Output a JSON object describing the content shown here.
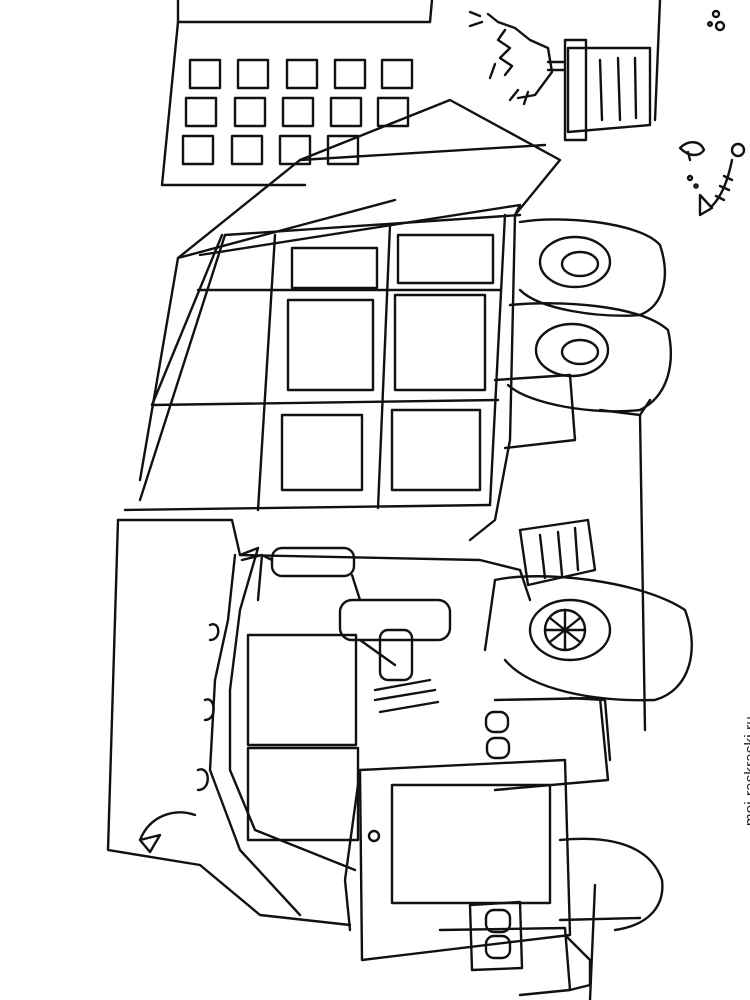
{
  "watermark": {
    "text": "moi-raskraski.ru"
  },
  "colors": {
    "line": "#111111",
    "paper": "#ffffff"
  },
  "scene": {
    "subject": "garbage-truck",
    "elements": [
      "building",
      "trash-can",
      "cat",
      "fish-skeleton",
      "garbage-truck",
      "cab",
      "side-mirror",
      "headlights",
      "wheels",
      "cargo-body"
    ]
  }
}
